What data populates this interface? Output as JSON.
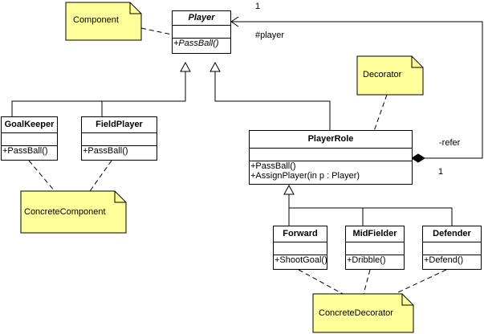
{
  "classes": {
    "player": {
      "name": "Player",
      "ops": [
        "+PassBall()"
      ]
    },
    "goalkeeper": {
      "name": "GoalKeeper",
      "ops": [
        "+PassBall()"
      ]
    },
    "fieldplayer": {
      "name": "FieldPlayer",
      "ops": [
        "+PassBall()"
      ]
    },
    "playerrole": {
      "name": "PlayerRole",
      "ops": [
        "+PassBall()",
        "+AssignPlayer(in p : Player)"
      ]
    },
    "forward": {
      "name": "Forward",
      "ops": [
        "+ShootGoal()"
      ]
    },
    "midfielder": {
      "name": "MidFielder",
      "ops": [
        "+Dribble()"
      ]
    },
    "defender": {
      "name": "Defender",
      "ops": [
        "+Defend()"
      ]
    }
  },
  "notes": {
    "component": "Component",
    "decorator": "Decorator",
    "concrete_component": "ConcreteComponent",
    "concrete_decorator": "ConcreteDecorator"
  },
  "association": {
    "target_multiplicity": "1",
    "target_role": "#player",
    "source_role": "-refer",
    "source_multiplicity": "1"
  },
  "colors": {
    "note_fill": "#ffff99",
    "line": "#000000"
  }
}
